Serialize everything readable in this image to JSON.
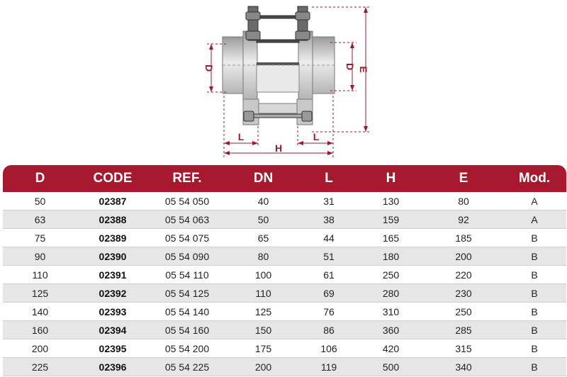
{
  "drawing": {
    "dimension_labels": {
      "d_left": "D",
      "d_right": "D",
      "e": "E",
      "l_left": "L",
      "l_right": "L",
      "h": "H"
    }
  },
  "table": {
    "headers": [
      "D",
      "CODE",
      "REF.",
      "DN",
      "L",
      "H",
      "E",
      "Mod."
    ],
    "rows": [
      [
        "50",
        "02387",
        "05 54 050",
        "40",
        "31",
        "130",
        "80",
        "A"
      ],
      [
        "63",
        "02388",
        "05 54 063",
        "50",
        "38",
        "159",
        "92",
        "A"
      ],
      [
        "75",
        "02389",
        "05 54 075",
        "65",
        "44",
        "165",
        "185",
        "B"
      ],
      [
        "90",
        "02390",
        "05 54 090",
        "80",
        "51",
        "180",
        "200",
        "B"
      ],
      [
        "110",
        "02391",
        "05 54 110",
        "100",
        "61",
        "250",
        "220",
        "B"
      ],
      [
        "125",
        "02392",
        "05 54 125",
        "110",
        "69",
        "280",
        "230",
        "B"
      ],
      [
        "140",
        "02393",
        "05 54 140",
        "125",
        "76",
        "310",
        "250",
        "B"
      ],
      [
        "160",
        "02394",
        "05 54 160",
        "150",
        "86",
        "360",
        "285",
        "B"
      ],
      [
        "200",
        "02395",
        "05 54 200",
        "175",
        "106",
        "420",
        "315",
        "B"
      ],
      [
        "225",
        "02396",
        "05 54 225",
        "200",
        "119",
        "500",
        "340",
        "B"
      ]
    ]
  },
  "colors": {
    "header_bg": "#a6192e",
    "header_text": "#ffffff",
    "stripe": "#e6e6e6",
    "dimension": "#9a1b2f"
  }
}
